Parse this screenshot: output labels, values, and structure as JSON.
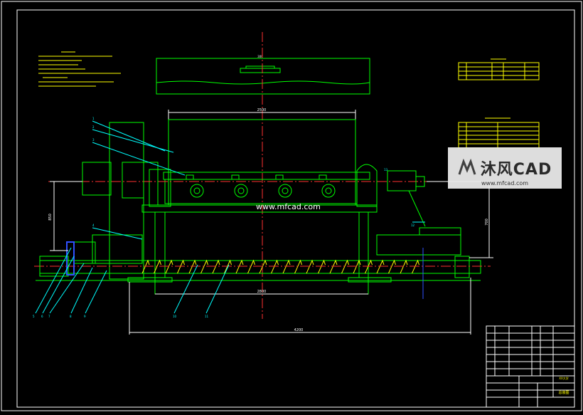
{
  "drawing": {
    "colors": {
      "background": "#000000",
      "frame": "#ffffff",
      "body": "#00ff00",
      "centerline": "#ff3030",
      "notes": "#ffff00",
      "leaders": "#00ffff",
      "blue": "#3050ff"
    },
    "dimensions": {
      "top_width": "2500",
      "bottom_width": "2800",
      "overall_length": "4200",
      "left_height": "850",
      "right_height": "700",
      "top_marker": "300"
    },
    "part_labels": [
      "1",
      "2",
      "3",
      "4",
      "5",
      "6",
      "7",
      "8",
      "9",
      "10",
      "11",
      "12",
      "13"
    ],
    "title_block": {
      "drawing_name": "总装图",
      "subtitle": "XX大学"
    }
  },
  "watermark": {
    "logo_text": "沐风CAD",
    "sub_text": "www.mfcad.com",
    "site_url": "www.mfcad.com"
  }
}
